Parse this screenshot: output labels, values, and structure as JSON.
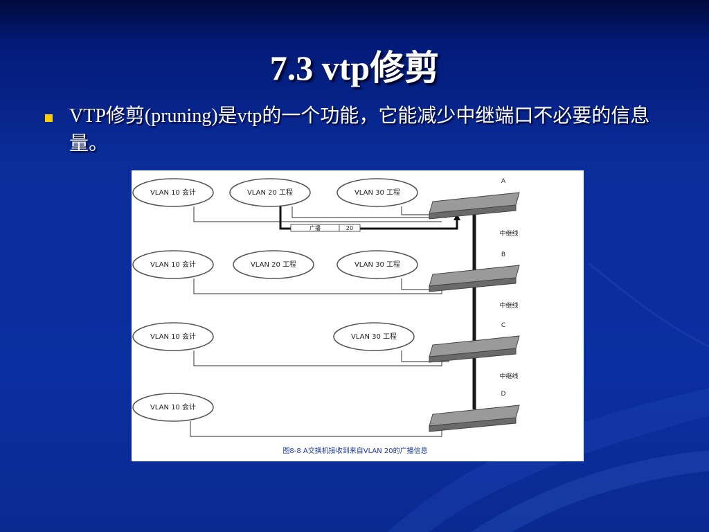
{
  "slide": {
    "title": "7.3  vtp修剪",
    "bullet": "VTP修剪(pruning)是vtp的一个功能，它能减少中继端口不必要的信息量。"
  },
  "figure": {
    "rows": [
      {
        "clouds": [
          "VLAN 10 会计",
          "VLAN 20 工程",
          "VLAN 30 工程"
        ]
      },
      {
        "clouds": [
          "VLAN 10 会计",
          "VLAN 20 工程",
          "VLAN 30 工程"
        ]
      },
      {
        "clouds": [
          "VLAN 10 会计",
          "VLAN 30 工程"
        ]
      },
      {
        "clouds": [
          "VLAN 10 会计"
        ]
      }
    ],
    "switch_labels": [
      "A",
      "B",
      "C",
      "D"
    ],
    "trunk_label": "中继线",
    "broadcast_label": "广播",
    "broadcast_vlan": "20",
    "caption": "图8-8  A交换机接收到来自VLAN 20的广播信息"
  },
  "colors": {
    "bullet": "#ffcc00",
    "caption": "#1a3a9a"
  }
}
